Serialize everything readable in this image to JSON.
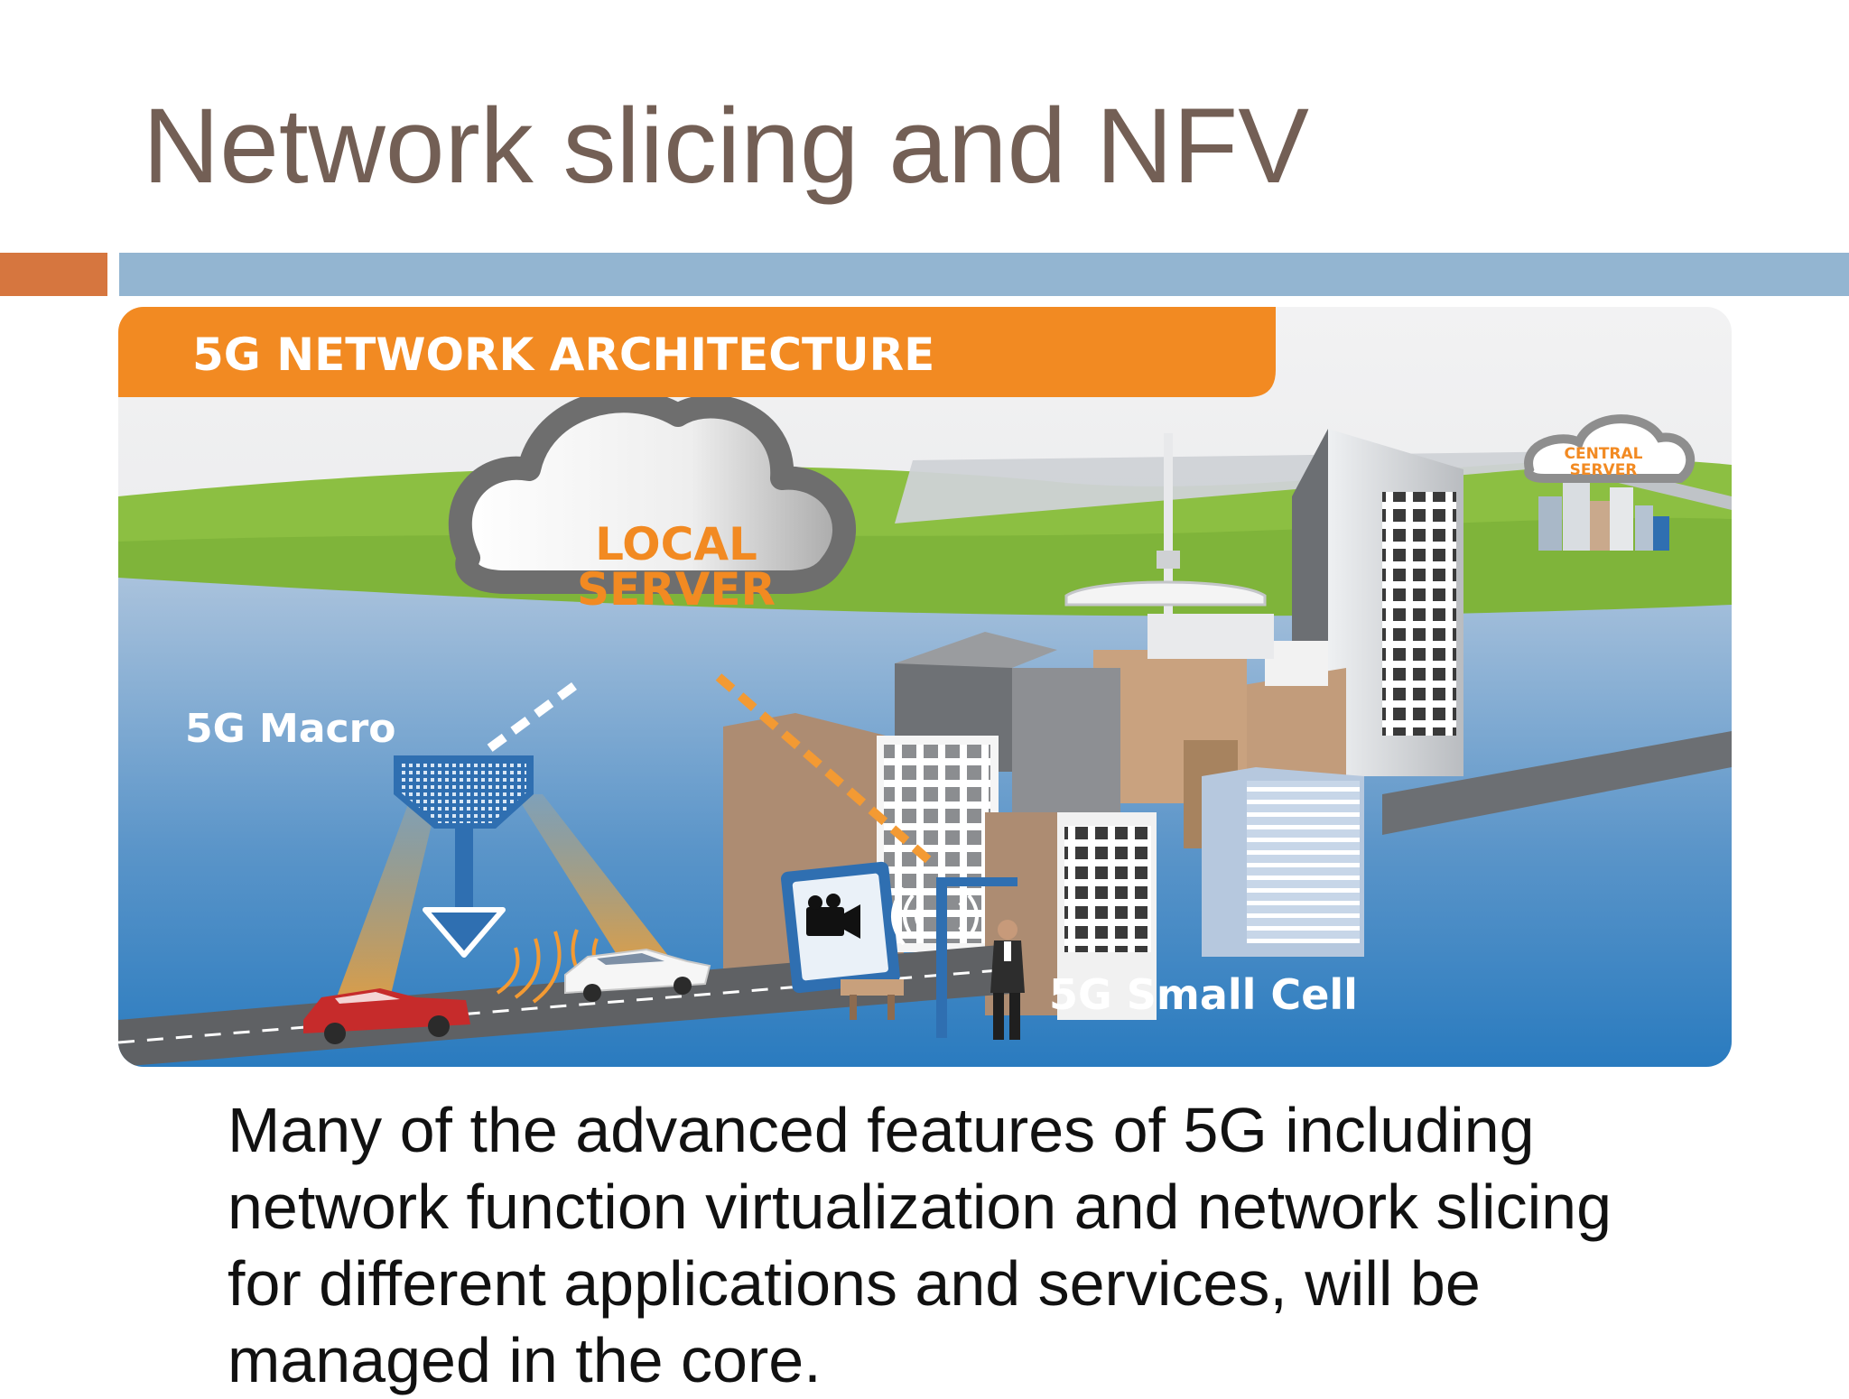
{
  "slide": {
    "title": "Network slicing and NFV",
    "body": "Many of the advanced features of 5G including network function virtualization and network slicing for different applications and services, will be managed in the core."
  },
  "figure": {
    "banner": "5G NETWORK ARCHITECTURE",
    "local_server_line1": "LOCAL",
    "local_server_line2": "SERVER",
    "central_server_line1": "CENTRAL",
    "central_server_line2": "SERVER",
    "macro_label": "5G Macro",
    "small_cell_label": "5G Small Cell"
  },
  "colors": {
    "title": "#735f55",
    "accent_orange": "#d6763f",
    "accent_blue": "#93b5d1",
    "banner": "#f28a22",
    "sky": "#e9eaec",
    "grass": "#8cbf42",
    "water_top": "#a7bfd9",
    "water_bottom": "#2e7fc0",
    "body_text": "#111111"
  }
}
